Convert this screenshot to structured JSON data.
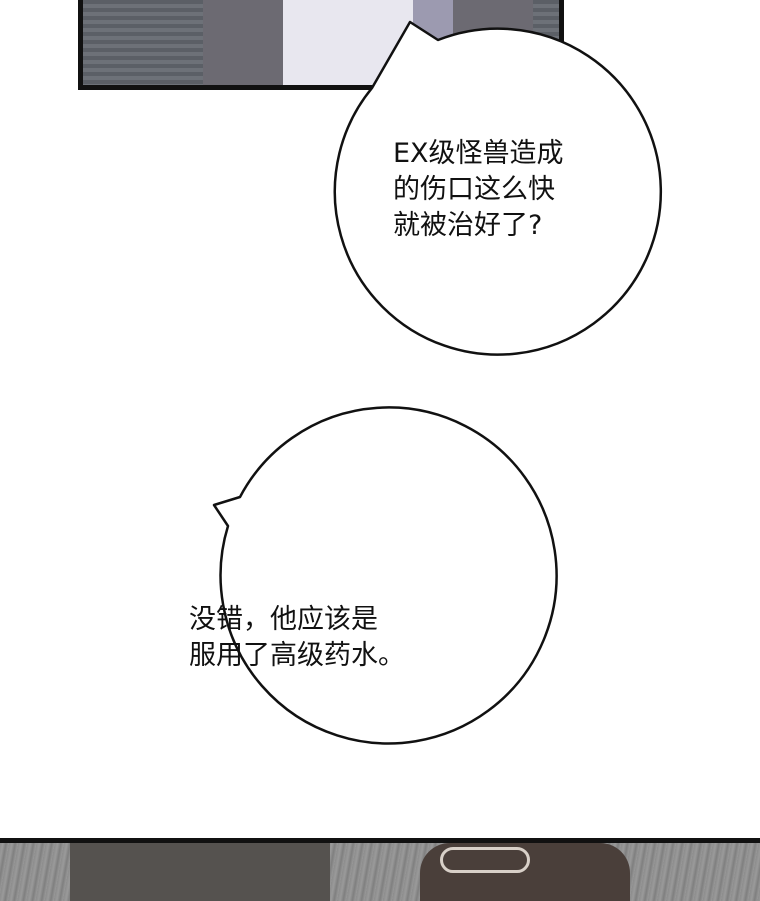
{
  "scene": {
    "top_panel": {
      "content": "character-torso"
    },
    "bottom_panel": {
      "content": "character-feet"
    }
  },
  "bubbles": [
    {
      "lines": [
        "EX级怪兽造成",
        "的伤口这么快",
        "就被治好了?"
      ]
    },
    {
      "lines": [
        "没错，他应该是",
        "服用了高级药水。"
      ]
    }
  ],
  "colors": {
    "ink": "#111111",
    "bubble_fill": "#ffffff",
    "background": "#ffffff"
  }
}
